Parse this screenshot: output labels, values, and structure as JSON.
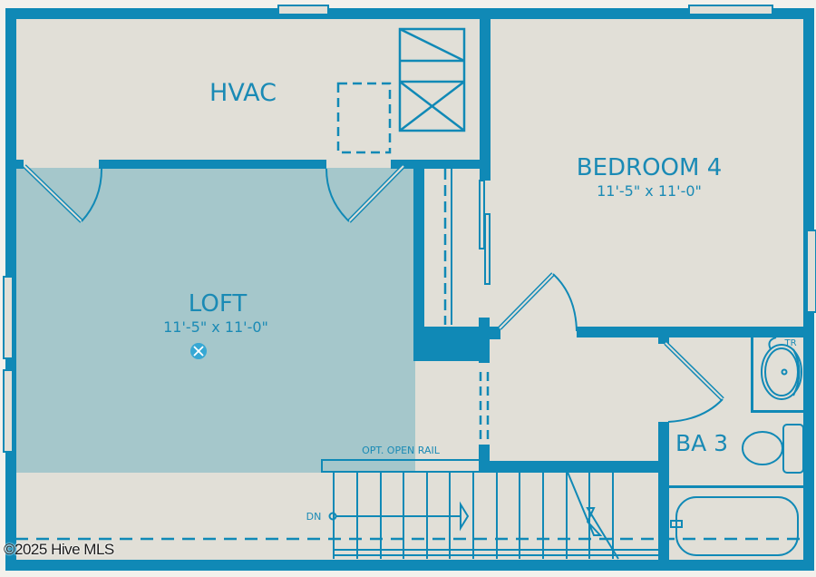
{
  "colors": {
    "wall": "#1089b6",
    "floor": "#e1dfd7",
    "loft_floor": "#a5c7cb",
    "background": "#f3f1ec",
    "text": "#1a8ab5"
  },
  "rooms": {
    "hvac": {
      "name": "HVAC"
    },
    "bedroom4": {
      "name": "BEDROOM 4",
      "dimensions": "11'-5\" x 11'-0\""
    },
    "loft": {
      "name": "LOFT",
      "dimensions": "11'-5\" x 11'-0\"",
      "icon": "tools-icon"
    },
    "bath3": {
      "name": "BA 3",
      "fixture_label": "TR"
    }
  },
  "annotations": {
    "rail": "OPT. OPEN RAIL",
    "stairs": "DN"
  },
  "watermark": "©2025 Hive MLS"
}
